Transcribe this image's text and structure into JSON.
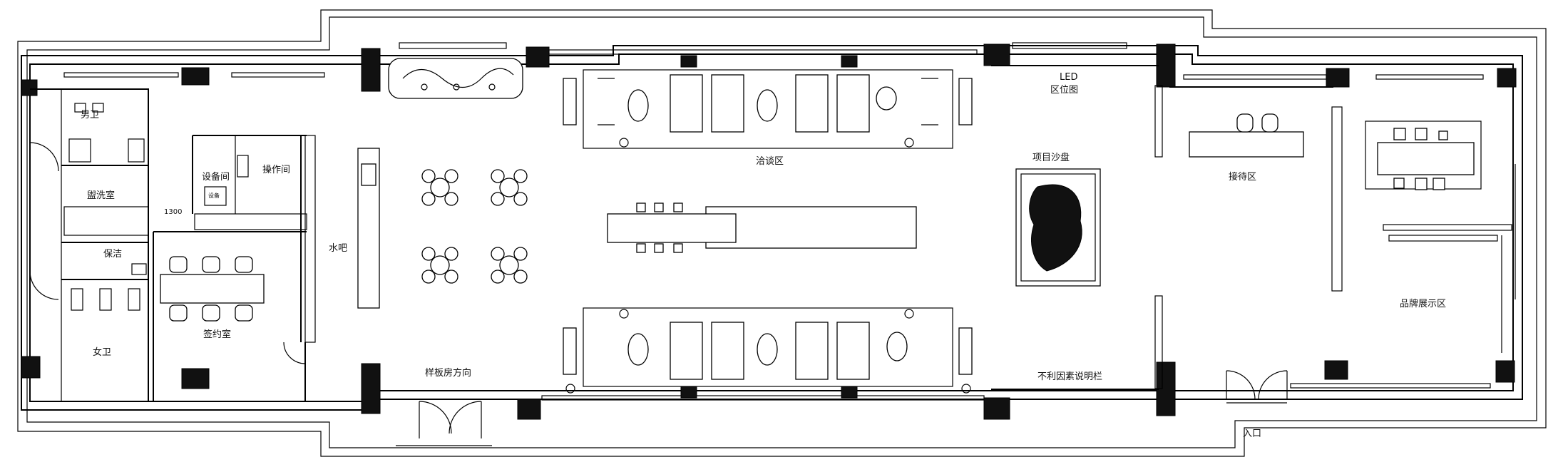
{
  "rooms": {
    "mens_toilet": "男卫",
    "equipment_room": "设备间",
    "operation_room": "操作间",
    "laundry_room": "盥洗室",
    "dimension_1300": "1300",
    "cleaning": "保洁",
    "water_bar": "水吧",
    "signing_room": "签约室",
    "womens_toilet": "女卫",
    "negotiation_area": "洽谈区",
    "led_label_1": "LED",
    "led_label_2": "区位图",
    "sand_table": "项目沙盘",
    "reception_area": "接待区",
    "brand_display": "品牌展示区",
    "show_flat_direction": "样板房方向",
    "adverse_factors": "不利因素说明栏",
    "entrance": "入口",
    "machine_label": "设备"
  },
  "colors": {
    "line": "#000000",
    "background": "#ffffff"
  }
}
